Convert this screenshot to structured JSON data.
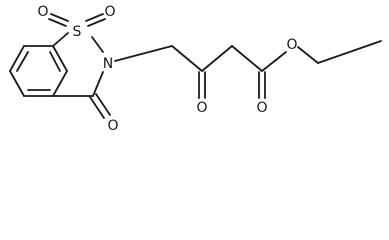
{
  "atoms": {
    "sulfur": "S",
    "nitrogen": "N",
    "sulfonyl_oxygen_left": "O",
    "sulfonyl_oxygen_right": "O",
    "lactam_oxygen": "O",
    "ketone_oxygen": "O",
    "ester_carbonyl_oxygen": "O",
    "ester_ether_oxygen": "O"
  },
  "colors": {
    "bond": "#1a1a1a",
    "text": "#1a1a1a",
    "background": "#ffffff"
  }
}
